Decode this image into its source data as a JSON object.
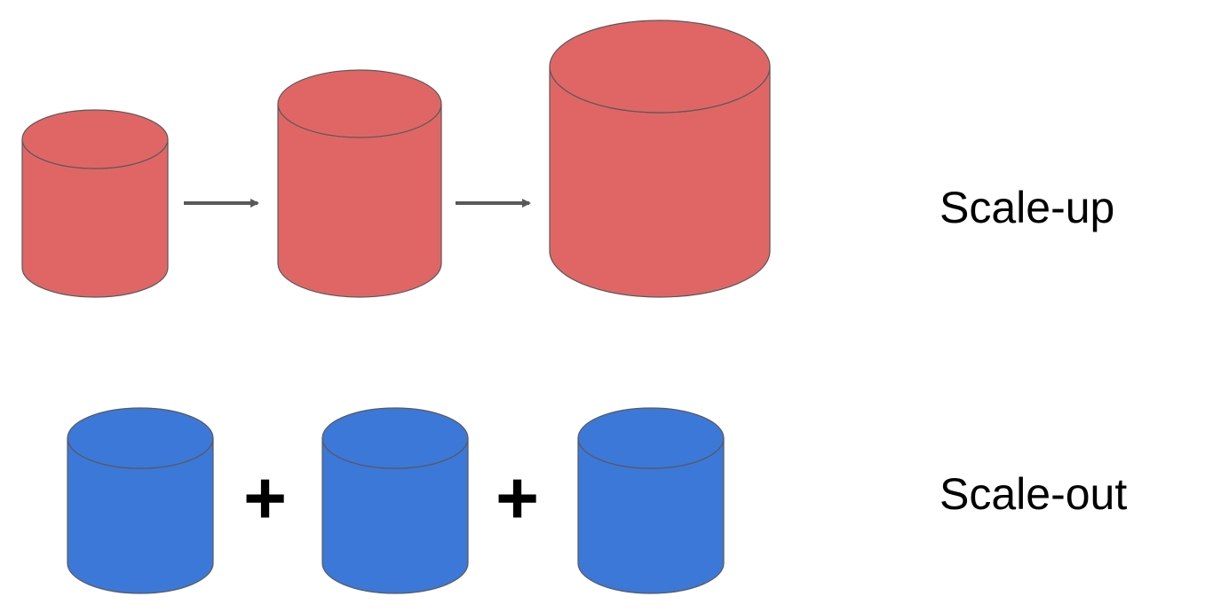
{
  "colors": {
    "scale_up_fill": "#e06666",
    "scale_out_fill": "#3c78d8",
    "outline": "#595959",
    "arrow": "#595959",
    "text": "#000000"
  },
  "rows": {
    "scale_up": {
      "label": "Scale-up",
      "cylinder_count": 3,
      "connector": "arrow-icon"
    },
    "scale_out": {
      "label": "Scale-out",
      "cylinder_count": 3,
      "connector": "plus",
      "connector_symbol": "+"
    }
  }
}
